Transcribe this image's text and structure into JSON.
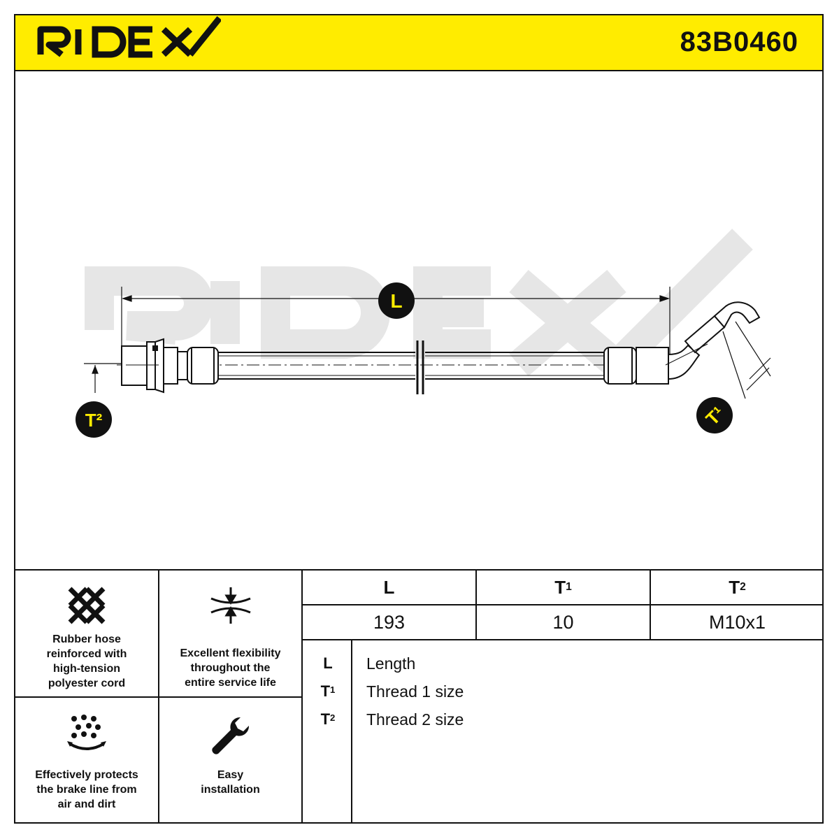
{
  "brand": {
    "name": "RIDEX",
    "part_number": "83B0460"
  },
  "labels": {
    "length_marker": "L",
    "thread2_marker": "T²",
    "thread1_marker": "T¹"
  },
  "features": [
    {
      "icon": "braided-cord-icon",
      "text": [
        "Rubber hose",
        "reinforced with",
        "high-tension",
        "polyester cord"
      ]
    },
    {
      "icon": "flexibility-arrows-icon",
      "text": [
        "Excellent flexibility",
        "throughout the",
        "entire service life"
      ]
    },
    {
      "icon": "particles-shield-icon",
      "text": [
        "Effectively protects",
        "the brake line from",
        "air and dirt"
      ]
    },
    {
      "icon": "wrench-icon",
      "text": [
        "Easy",
        "installation"
      ]
    }
  ],
  "specs": {
    "headers": [
      {
        "base": "L",
        "sup": ""
      },
      {
        "base": "T",
        "sup": "1"
      },
      {
        "base": "T",
        "sup": "2"
      }
    ],
    "values": [
      "193",
      "10",
      "M10x1"
    ]
  },
  "legend": [
    {
      "key": "L",
      "sup": "",
      "text": "Length"
    },
    {
      "key": "T",
      "sup": "1",
      "text": "Thread 1 size"
    },
    {
      "key": "T",
      "sup": "2",
      "text": "Thread 2 size"
    }
  ],
  "colors": {
    "accent": "#ffec00",
    "ink": "#111111",
    "watermark": "#e6e6e6"
  }
}
